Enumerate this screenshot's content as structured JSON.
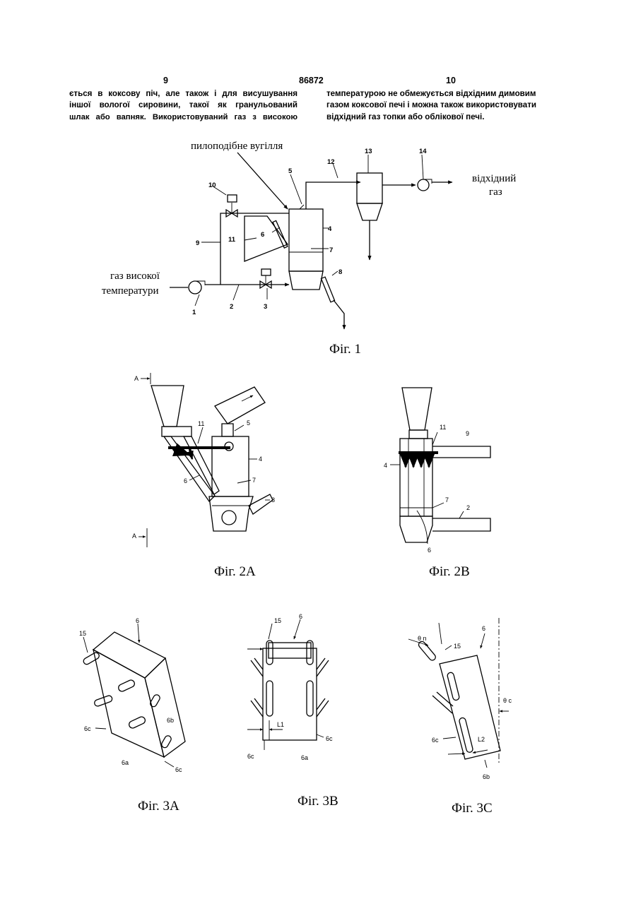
{
  "header": {
    "page_left": "9",
    "doc_number": "86872",
    "page_right": "10"
  },
  "text": {
    "left_lines": [
      "ється в коксову піч, але також і для висушування",
      "іншої вологої сировини, такої як гранульований",
      "шлак або вапняк. Використовуваний газ з високою"
    ],
    "right_lines": [
      "температурою не обмежується відхідним димовим",
      "газом коксової печі і можна також використовувати",
      "відхідний газ топки або облікової печі."
    ]
  },
  "fig1": {
    "title": "Фіг. 1",
    "coal_label": "пилоподібне вугілля",
    "offgas_line1": "відхідний",
    "offgas_line2": "газ",
    "hotgas_line1": "газ високої",
    "hotgas_line2": "температури",
    "labels": [
      "1",
      "2",
      "3",
      "4",
      "5",
      "6",
      "7",
      "8",
      "9",
      "10",
      "11",
      "12",
      "13",
      "14"
    ]
  },
  "fig2a": {
    "title": "Фіг. 2А",
    "section_mark": "A",
    "labels": [
      "11",
      "5",
      "4",
      "6",
      "7",
      "8"
    ]
  },
  "fig2b": {
    "title": "Фіг. 2В",
    "labels": [
      "11",
      "9",
      "4",
      "7",
      "2",
      "6"
    ]
  },
  "fig3a": {
    "title": "Фіг. 3А",
    "labels": [
      "6",
      "15",
      "6b",
      "6c",
      "6a",
      "6c"
    ]
  },
  "fig3b": {
    "title": "Фіг. 3В",
    "labels": [
      "15",
      "6",
      "L1",
      "6c",
      "6c",
      "6a"
    ]
  },
  "fig3c": {
    "title": "Фіг. 3С",
    "labels": [
      "θ n",
      "15",
      "6",
      "θ c",
      "6c",
      "L2",
      "6b"
    ]
  }
}
